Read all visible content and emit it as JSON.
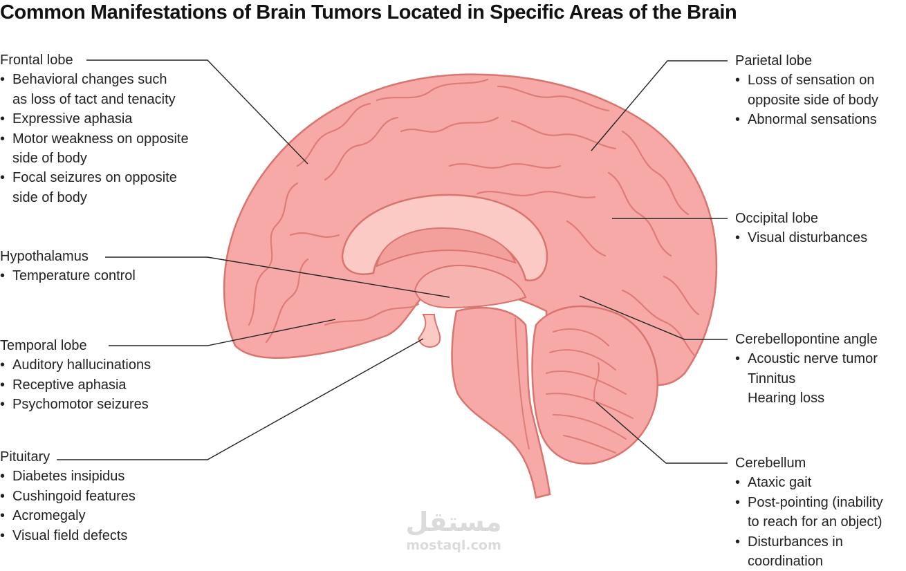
{
  "title": "Common Manifestations of Brain Tumors Located in Specific Areas of the Brain",
  "colors": {
    "brain": "#f6a9a6",
    "brain_dark": "#e07f7a",
    "brain_light": "#fbcac5",
    "leader": "#222222"
  },
  "labels": {
    "frontal": {
      "head": "Frontal lobe",
      "items": [
        "Behavioral changes such",
        "as loss of tact and tenacity",
        "Expressive aphasia",
        "Motor weakness on opposite",
        "side of body",
        "Focal seizures on opposite",
        "side of body"
      ]
    },
    "hypothalamus": {
      "head": "Hypothalamus",
      "items": [
        "Temperature control"
      ]
    },
    "temporal": {
      "head": "Temporal lobe",
      "items": [
        "Auditory hallucinations",
        "Receptive aphasia",
        "Psychomotor seizures"
      ]
    },
    "pituitary": {
      "head": "Pituitary",
      "items": [
        "Diabetes insipidus",
        "Cushingoid features",
        "Acromegaly",
        "Visual field defects"
      ]
    },
    "parietal": {
      "head": "Parietal lobe",
      "items": [
        "Loss of sensation on",
        "opposite side of body",
        "Abnormal sensations"
      ]
    },
    "occipital": {
      "head": "Occipital lobe",
      "items": [
        "Visual disturbances"
      ]
    },
    "cerebellopontine": {
      "head": "Cerebellopontine angle",
      "items": [
        "Acoustic nerve tumor",
        "Tinnitus",
        "Hearing loss"
      ]
    },
    "cerebellum": {
      "head": "Cerebellum",
      "items": [
        "Ataxic gait",
        "Post-pointing (inability",
        "to reach for an object)",
        "Disturbances in",
        "coordination"
      ]
    }
  },
  "watermark": {
    "arabic": "مستقل",
    "latin": "mostaql.com"
  }
}
